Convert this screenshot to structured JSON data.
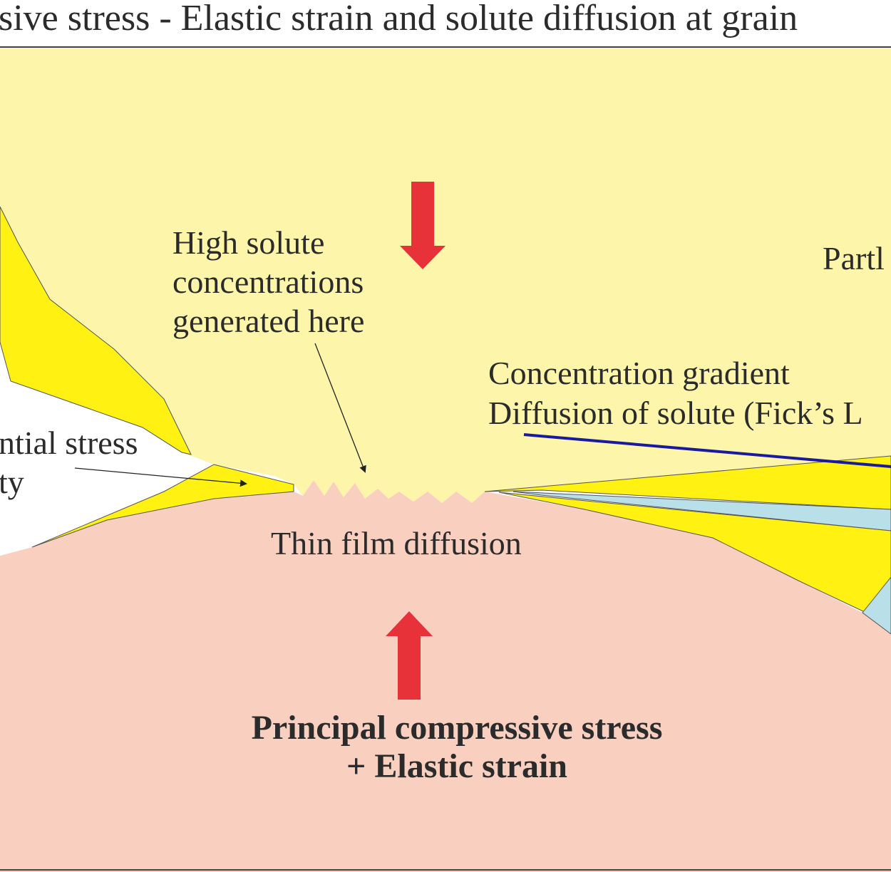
{
  "title": "sive stress - Elastic strain and solute diffusion at grain",
  "labels": {
    "high_solute_1": "High solute",
    "high_solute_2": "concentrations",
    "high_solute_3": "generated here",
    "partly": "Partl",
    "gradient_1": "Concentration gradient",
    "gradient_2": "Diffusion of solute (Fick’s L",
    "stress_1": "ntial stress",
    "stress_2": "ty",
    "thin_film": "Thin film diffusion",
    "principal_1": "Principal compressive stress",
    "principal_2": "+ Elastic strain"
  },
  "colors": {
    "upper_grain": "#fdf5aa",
    "lower_grain": "#f9cfc0",
    "overgrowth": "#fff212",
    "pore_fluid": "#b9dfe8",
    "arrow": "#e8323a",
    "gradient_line": "#1a1aa0"
  }
}
